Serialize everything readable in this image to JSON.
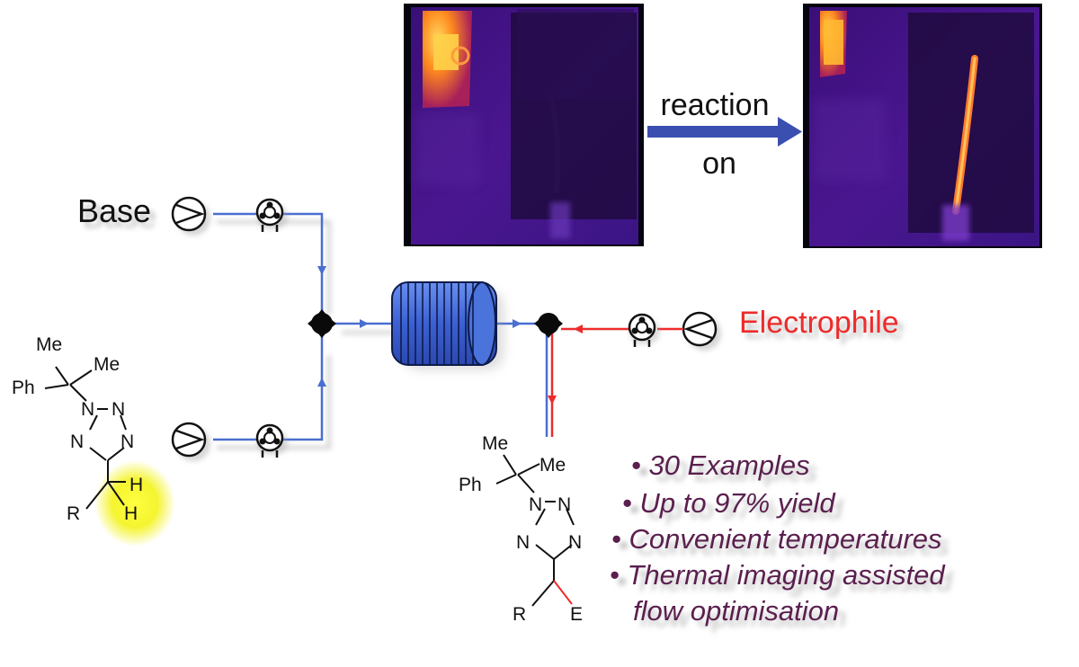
{
  "labels": {
    "base": "Base",
    "electrophile": "Electrophile",
    "reaction_top": "reaction",
    "reaction_bottom": "on"
  },
  "bullets": [
    "• 30 Examples",
    "• Up to 97% yield",
    "• Convenient  temperatures",
    "• Thermal  imaging  assisted",
    "flow  optimisation"
  ],
  "reactant": {
    "me1": "Me",
    "me2": "Me",
    "ph": "Ph",
    "n1": "N",
    "n2": "N",
    "n3": "N",
    "n4": "N",
    "r": "R",
    "h1": "H",
    "h2": "H"
  },
  "product": {
    "me1": "Me",
    "me2": "Me",
    "ph": "Ph",
    "n1": "N",
    "n2": "N",
    "n3": "N",
    "n4": "N",
    "r": "R",
    "e": "E"
  },
  "colors": {
    "blue_line": "#4a6fd0",
    "red_line": "#ee2b2b",
    "arrow_blue": "#3a4fb0",
    "reactor_blue": "#4169d6",
    "bullet_text": "#5a1f4e",
    "electrophile_text": "#ee2b2b",
    "highlight": "#f4f430"
  },
  "icons": [
    "pump-icon",
    "peristaltic-pump-icon",
    "mixer-junction-icon",
    "coil-reactor-icon",
    "thermal-image-before",
    "thermal-image-after"
  ]
}
